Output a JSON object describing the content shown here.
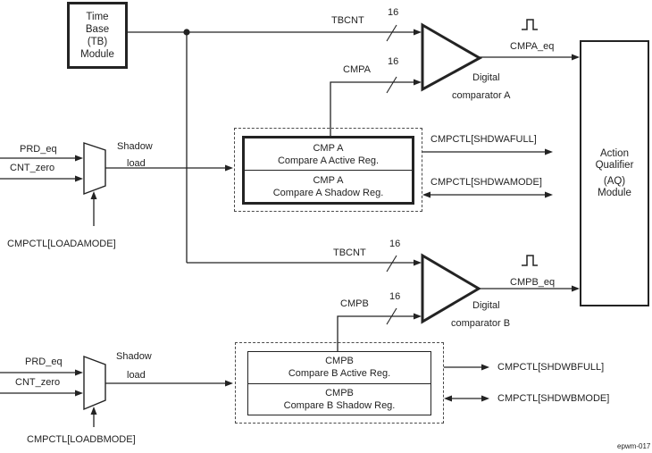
{
  "figure_label": "epwm-017",
  "colors": {
    "line": "#232323",
    "background": "#ffffff",
    "text": "#1f1f1f"
  },
  "blocks": {
    "time_base": {
      "lines": [
        "Time",
        "Base",
        "(TB)",
        "Module"
      ]
    },
    "action_qualifier": {
      "lines": [
        "Action",
        "Qualifier",
        "(AQ)",
        "Module"
      ]
    },
    "compare_a": {
      "active": {
        "name": "CMP A",
        "desc": "Compare A Active Reg."
      },
      "shadow": {
        "name": "CMP A",
        "desc": "Compare A Shadow Reg."
      }
    },
    "compare_b": {
      "active": {
        "name": "CMPB",
        "desc": "Compare B Active Reg."
      },
      "shadow": {
        "name": "CMPB",
        "desc": "Compare B Shadow Reg."
      }
    }
  },
  "comparators": {
    "a": {
      "label_line1": "Digital",
      "label_line2": "comparator A",
      "output": "CMPA_eq"
    },
    "b": {
      "label_line1": "Digital",
      "label_line2": "comparator B",
      "output": "CMPB_eq"
    }
  },
  "signals": {
    "tbcnt": "TBCNT",
    "cmpa": "CMPA",
    "cmpb": "CMPB",
    "bus_width": "16",
    "prd_eq": "PRD_eq",
    "cnt_zero": "CNT_zero",
    "shadow_load_line1": "Shadow",
    "shadow_load_line2": "load",
    "shdwafull": "CMPCTL[SHDWAFULL]",
    "shdwamode": "CMPCTL[SHDWAMODE]",
    "shdwbfull": "CMPCTL[SHDWBFULL]",
    "shdwbmode": "CMPCTL[SHDWBMODE]",
    "loadamode": "CMPCTL[LOADAMODE]",
    "loadbmode": "CMPCTL[LOADBMODE]"
  }
}
